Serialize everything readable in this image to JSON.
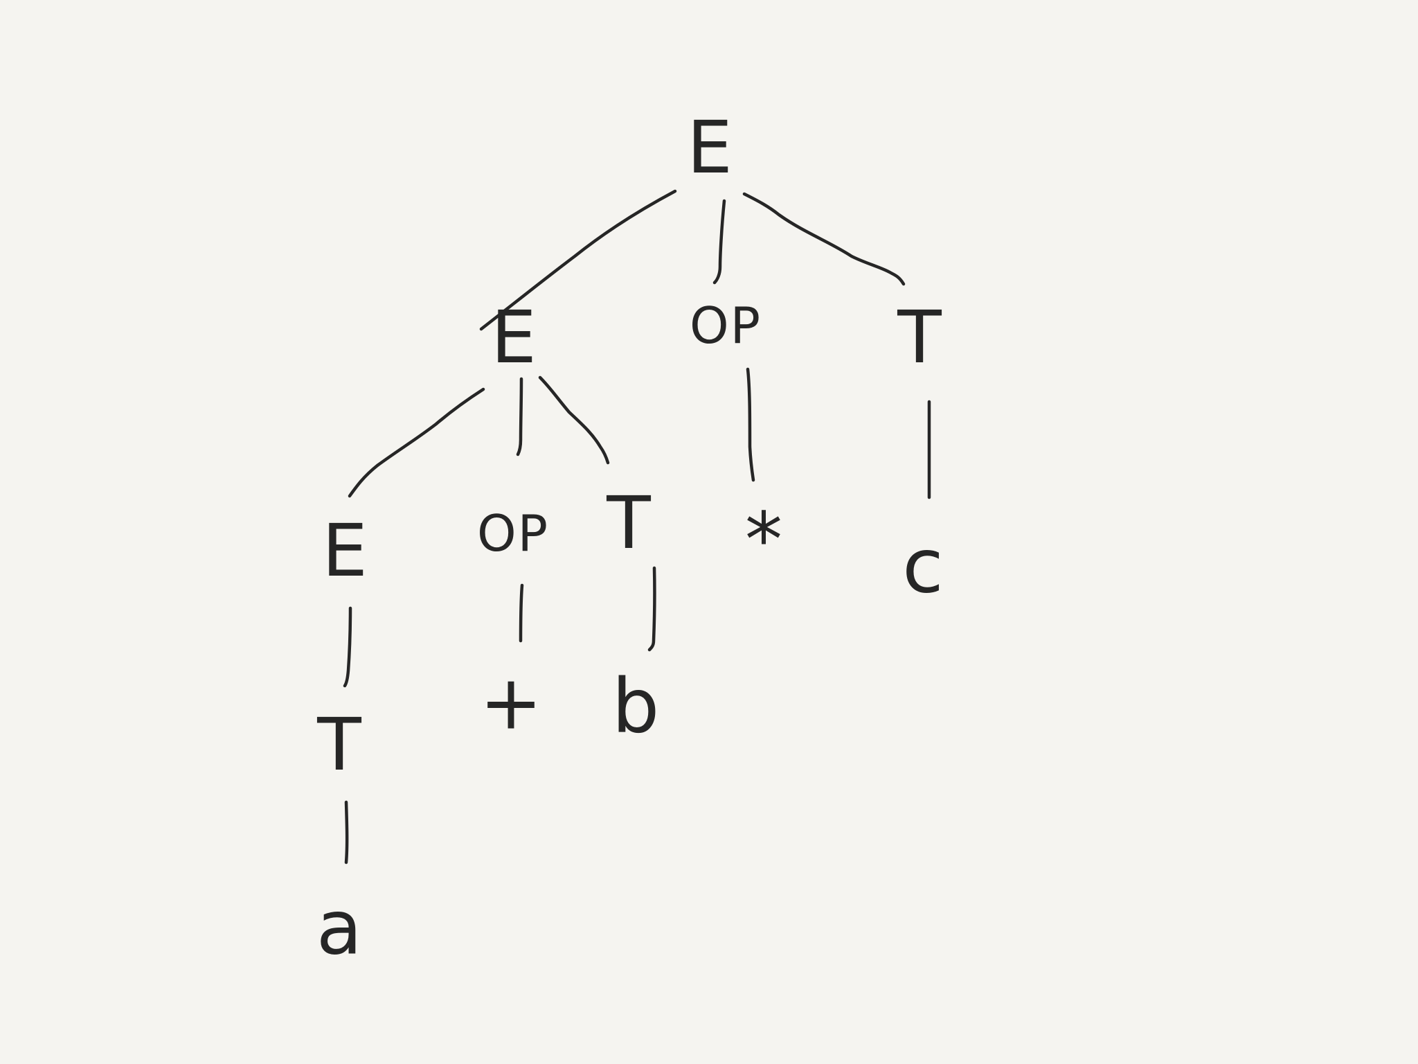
{
  "tree": {
    "nodes": [
      {
        "id": "root",
        "label": "E",
        "kind": "nonterminal"
      },
      {
        "id": "e1",
        "label": "E",
        "kind": "nonterminal"
      },
      {
        "id": "op1",
        "label": "OP",
        "kind": "op"
      },
      {
        "id": "t1",
        "label": "T",
        "kind": "nonterminal"
      },
      {
        "id": "e2",
        "label": "E",
        "kind": "nonterminal"
      },
      {
        "id": "op2",
        "label": "OP",
        "kind": "op"
      },
      {
        "id": "t2",
        "label": "T",
        "kind": "nonterminal"
      },
      {
        "id": "t3",
        "label": "T",
        "kind": "nonterminal"
      },
      {
        "id": "a",
        "label": "a",
        "kind": "terminal"
      },
      {
        "id": "plus",
        "label": "+",
        "kind": "terminal"
      },
      {
        "id": "b",
        "label": "b",
        "kind": "terminal"
      },
      {
        "id": "star",
        "label": "*",
        "kind": "terminal"
      },
      {
        "id": "c",
        "label": "c",
        "kind": "terminal"
      }
    ],
    "edges": [
      {
        "from": "root",
        "to": "e1"
      },
      {
        "from": "root",
        "to": "op1"
      },
      {
        "from": "root",
        "to": "t1"
      },
      {
        "from": "e1",
        "to": "e2"
      },
      {
        "from": "e1",
        "to": "op2"
      },
      {
        "from": "e1",
        "to": "t2"
      },
      {
        "from": "op1",
        "to": "star"
      },
      {
        "from": "t1",
        "to": "c"
      },
      {
        "from": "e2",
        "to": "t3"
      },
      {
        "from": "t3",
        "to": "a"
      },
      {
        "from": "op2",
        "to": "plus"
      },
      {
        "from": "t2",
        "to": "b"
      }
    ]
  }
}
